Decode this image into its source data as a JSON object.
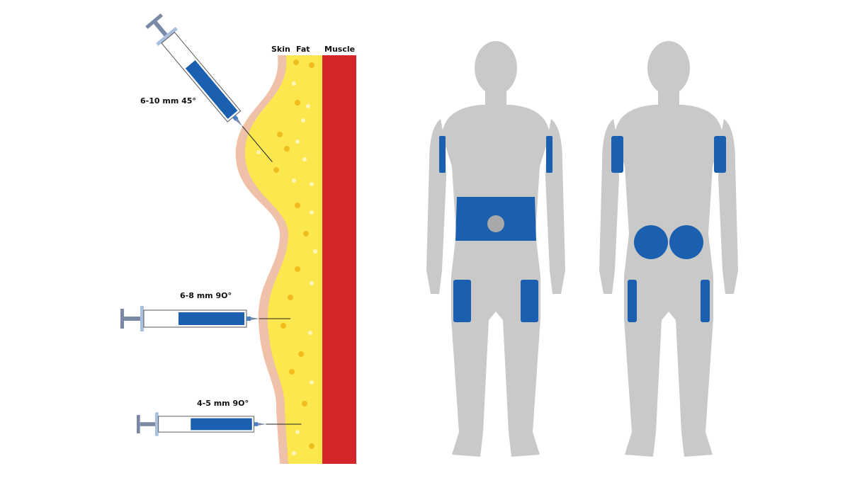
{
  "layers": {
    "skin": "Skin",
    "fat": "Fat",
    "muscle": "Muscle"
  },
  "injections": [
    {
      "label": "6-10 mm 45°",
      "angle_deg": 45
    },
    {
      "label": "6-8 mm 9O°",
      "angle_deg": 90
    },
    {
      "label": "4-5 mm 9O°",
      "angle_deg": 90
    }
  ],
  "colors": {
    "injection_site": "#1a5fb0",
    "body": "#c9c9c9",
    "muscle": "#d4262a",
    "fat": "#fce84e",
    "skin": "#efc1a8",
    "plunger": "#7a8aa6"
  }
}
